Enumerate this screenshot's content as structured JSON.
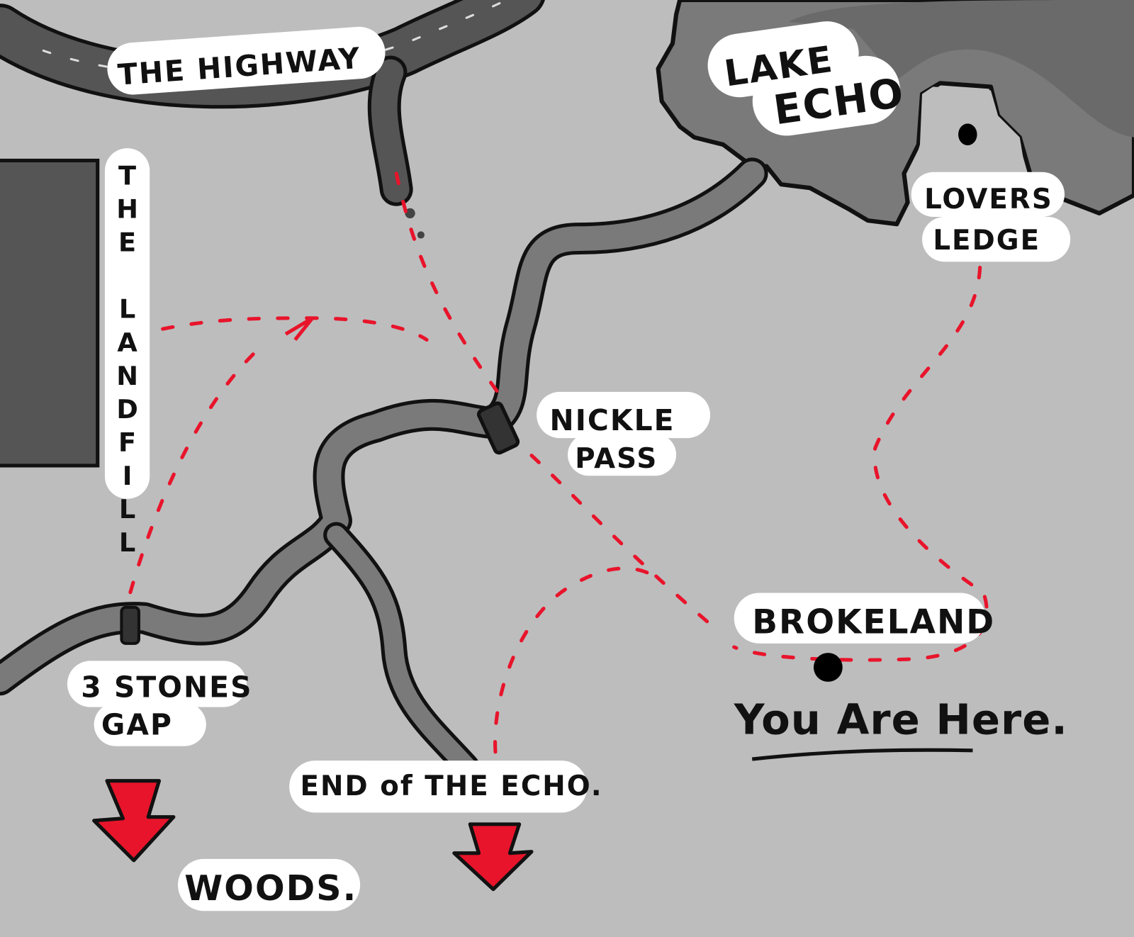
{
  "labels": {
    "highway": "THE HIGHWAY",
    "landfill": "THE LANDFILL",
    "lake_line1": "LAKE",
    "lake_line2": "ECHO",
    "lovers_line1": "LOVERS",
    "lovers_line2": "LEDGE",
    "nickle_line1": "NICKLE",
    "nickle_line2": "PASS",
    "stones_line1": "3 STONES",
    "stones_line2": "GAP",
    "brokeland": "BROKELAND",
    "you_are_here": "You Are Here.",
    "end_echo": "END of THE ECHO.",
    "woods": "WOODS."
  },
  "colors": {
    "ground": "#bdbdbd",
    "lake": "#7a7a7a",
    "lake_deep": "#6a6a6a",
    "river": "#7a7a7a",
    "road": "#555555",
    "path": "#e8142b"
  }
}
